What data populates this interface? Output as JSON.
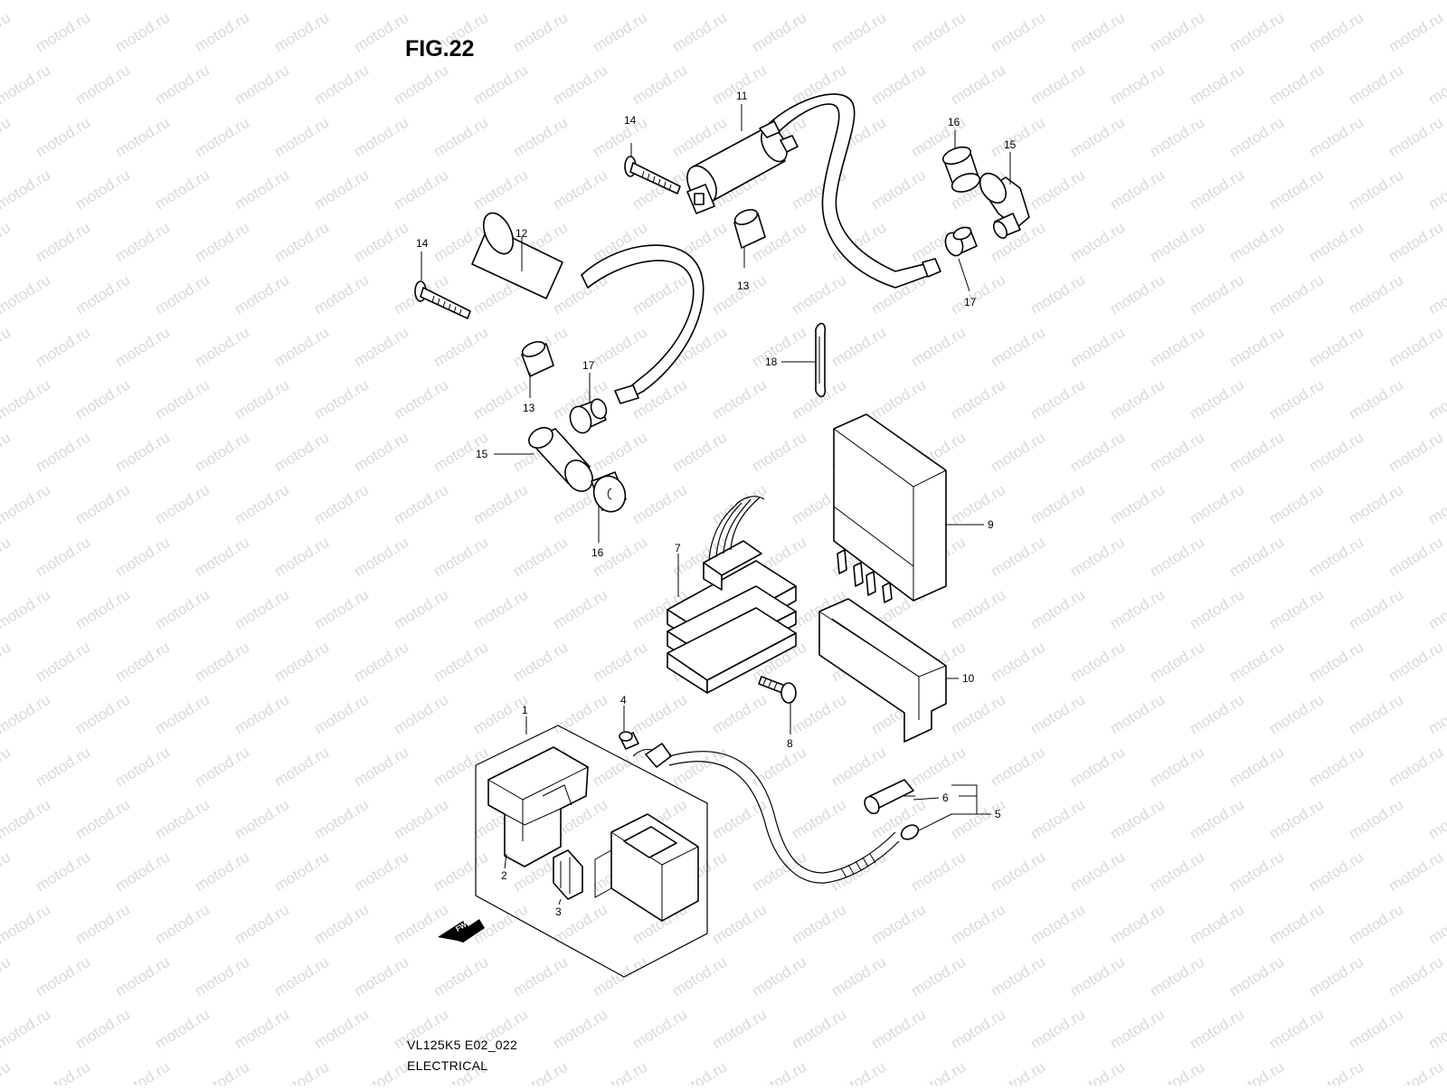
{
  "figure": {
    "title": "FIG.22",
    "code": "VL125K5 E02_022",
    "section": "ELECTRICAL"
  },
  "watermark": {
    "text": "motod.ru",
    "color": "#d9d9d9"
  },
  "direction_marker": {
    "label": "FWD"
  },
  "callouts": {
    "c1": "1",
    "c2": "2",
    "c3": "3",
    "c4": "4",
    "c5": "5",
    "c6": "6",
    "c7": "7",
    "c8": "8",
    "c9": "9",
    "c10": "10",
    "c11": "11",
    "c12": "12",
    "c13a": "13",
    "c13b": "13",
    "c14a": "14",
    "c14b": "14",
    "c15a": "15",
    "c15b": "15",
    "c16a": "16",
    "c16b": "16",
    "c17a": "17",
    "c17b": "17",
    "c18": "18"
  },
  "colors": {
    "line": "#000000",
    "background": "#ffffff"
  }
}
